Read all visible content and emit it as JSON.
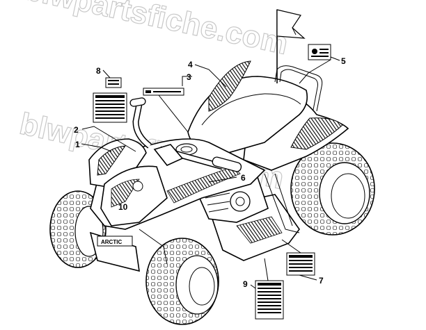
{
  "watermark": "blwpartsfiche.com",
  "colors": {
    "ink": "#000000",
    "watermark": "#c8c8c8",
    "background": "#ffffff"
  },
  "callouts": [
    {
      "id": "1",
      "label": "1"
    },
    {
      "id": "2",
      "label": "2"
    },
    {
      "id": "3",
      "label": "3"
    },
    {
      "id": "4",
      "label": "4"
    },
    {
      "id": "5",
      "label": "5"
    },
    {
      "id": "6",
      "label": "6"
    },
    {
      "id": "7",
      "label": "7"
    },
    {
      "id": "8",
      "label": "8"
    },
    {
      "id": "9",
      "label": "9"
    },
    {
      "id": "10",
      "label": "10"
    }
  ],
  "bumper_text": "ARCTIC"
}
